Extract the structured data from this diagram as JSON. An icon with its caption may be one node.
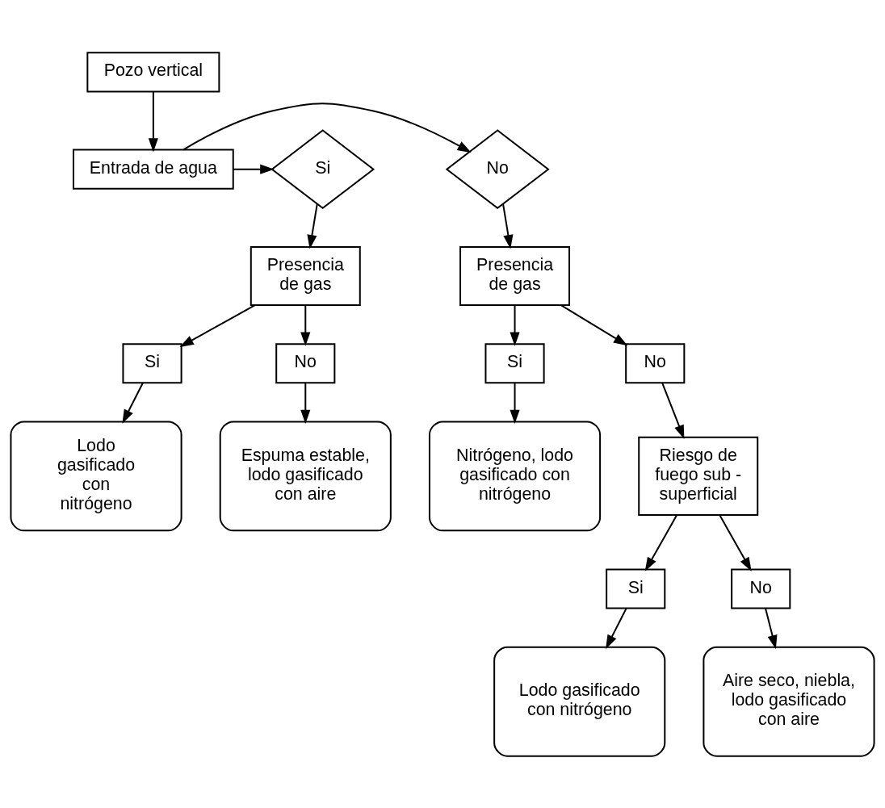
{
  "diagram": {
    "nodes": [
      {
        "text": [
          "Pozo vertical"
        ]
      },
      {
        "text": [
          "Entrada de agua"
        ]
      },
      {
        "text": [
          "No"
        ]
      },
      {
        "text": [
          "Si"
        ]
      },
      {
        "text": [
          "Presencia de gas"
        ]
      },
      {
        "text": [
          "Presencia de gas"
        ]
      },
      {
        "text": [
          "Si"
        ]
      },
      {
        "text": [
          "No"
        ]
      },
      {
        "text": [
          "Nitrógeno, lodo gasificado con nitrógeno"
        ]
      },
      {
        "text": [
          "Riesgo de fuego sub - superficial"
        ]
      },
      {
        "text": [
          "Si"
        ]
      },
      {
        "text": [
          "No"
        ]
      },
      {
        "text": [
          "Lodo gasificado con nitrógeno"
        ]
      },
      {
        "text": [
          "Espuma estable, lodo gasificado con aire"
        ]
      },
      {
        "text": [
          "Si"
        ]
      },
      {
        "text": [
          "No"
        ]
      },
      {
        "text": [
          "Lodo gasificado con nitrógeno"
        ]
      },
      {
        "text": [
          "Aire seco, niebla, lodo gasificado con aire"
        ]
      }
    ],
    "edges": [
      {
        "from": 0,
        "to": 1,
        "arrow": "to"
      },
      {
        "from": 1,
        "to": 2,
        "arrow": "to"
      },
      {
        "from": 1,
        "to": 3,
        "arrow": "to"
      },
      {
        "from": 2,
        "to": 4,
        "arrow": "to"
      },
      {
        "from": 3,
        "to": 5,
        "arrow": "to"
      },
      {
        "from": 4,
        "to": 6,
        "arrow": "to"
      },
      {
        "from": 4,
        "to": 7,
        "arrow": "to"
      },
      {
        "from": 5,
        "to": 10,
        "arrow": "to"
      },
      {
        "from": 5,
        "to": 11,
        "arrow": "to"
      },
      {
        "from": 6,
        "to": 8,
        "arrow": "to"
      },
      {
        "from": 7,
        "to": 9,
        "arrow": "to"
      },
      {
        "from": 10,
        "to": 12,
        "arrow": "to"
      },
      {
        "from": 11,
        "to": 13,
        "arrow": "to"
      },
      {
        "from": 9,
        "to": 14,
        "arrow": "to"
      },
      {
        "from": 9,
        "to": 15,
        "arrow": "to"
      },
      {
        "from": 14,
        "to": 16,
        "arrow": "to"
      },
      {
        "from": 15,
        "to": 17,
        "arrow": "to"
      }
    ]
  }
}
